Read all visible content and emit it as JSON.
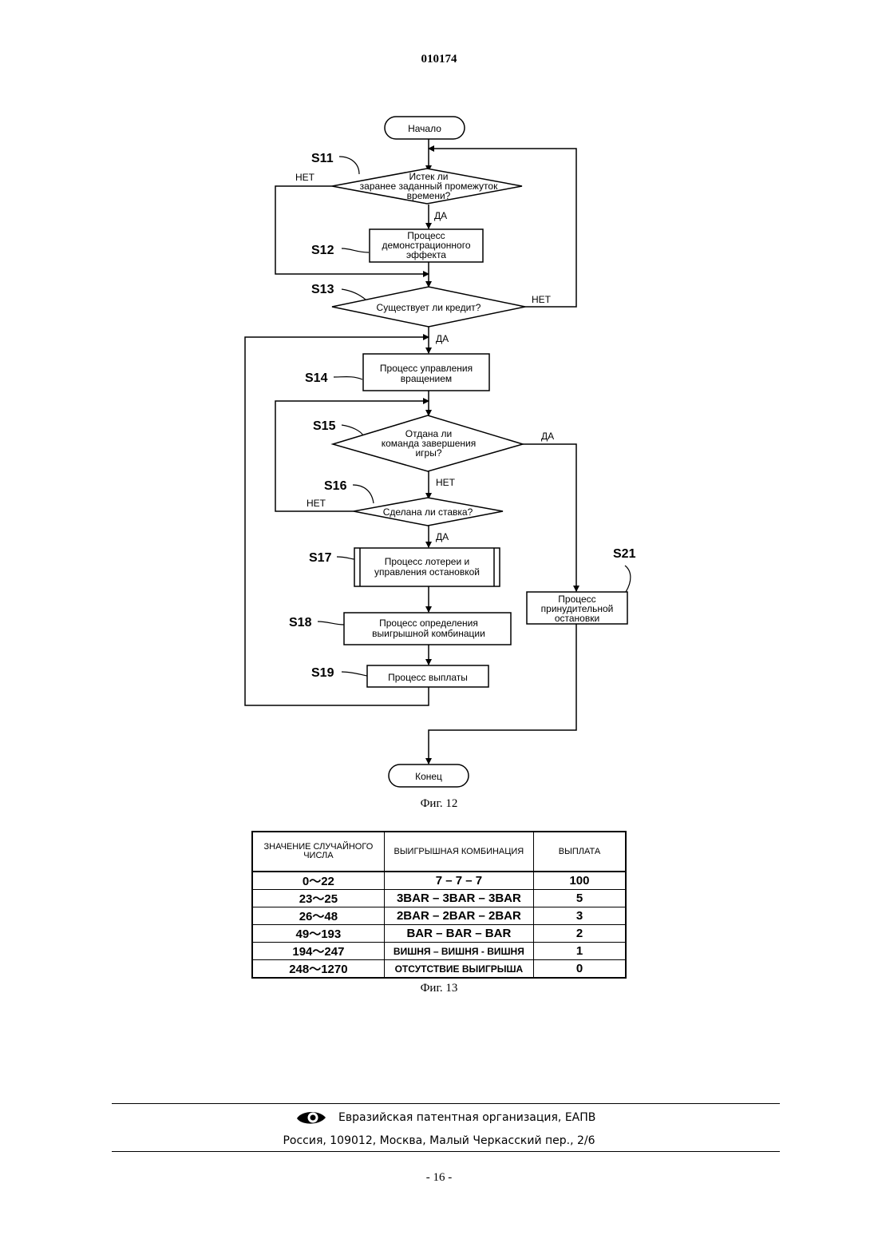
{
  "header": {
    "doc_number": "010174"
  },
  "flowchart": {
    "start": "Начало",
    "end": "Конец",
    "steps": {
      "s11": {
        "label": "S11",
        "lines": [
          "Истек ли",
          "заранее заданный промежуток",
          "времени?"
        ],
        "yes": "ДА",
        "no": "НЕТ"
      },
      "s12": {
        "label": "S12",
        "lines": [
          "Процесс",
          "демонстрационного",
          "эффекта"
        ]
      },
      "s13": {
        "label": "S13",
        "lines": [
          "Существует ли кредит?"
        ],
        "yes": "ДА",
        "no": "НЕТ"
      },
      "s14": {
        "label": "S14",
        "lines": [
          "Процесс управления",
          "вращением"
        ]
      },
      "s15": {
        "label": "S15",
        "lines": [
          "Отдана ли",
          "команда завершения",
          "игры?"
        ],
        "yes": "ДА",
        "no": "НЕТ"
      },
      "s16": {
        "label": "S16",
        "lines": [
          "Сделана ли ставка?"
        ],
        "yes": "ДА",
        "no": "НЕТ"
      },
      "s17": {
        "label": "S17",
        "lines": [
          "Процесс лотереи и",
          "управления остановкой"
        ]
      },
      "s18": {
        "label": "S18",
        "lines": [
          "Процесс определения",
          "выигрышной комбинации"
        ]
      },
      "s19": {
        "label": "S19",
        "lines": [
          "Процесс выплаты"
        ]
      },
      "s21": {
        "label": "S21",
        "lines": [
          "Процесс",
          "принудительной",
          "остановки"
        ]
      }
    }
  },
  "fig12_caption": "Фиг. 12",
  "table": {
    "headers": [
      "ЗНАЧЕНИЕ СЛУЧАЙНОГО ЧИСЛА",
      "ВЫИГРЫШНАЯ КОМБИНАЦИЯ",
      "ВЫПЛАТА"
    ],
    "rows": [
      {
        "range": "0～22",
        "combo": "7 – 7 – 7",
        "payout": "100"
      },
      {
        "range": "23～25",
        "combo": "3BAR – 3BAR – 3BAR",
        "payout": "5"
      },
      {
        "range": "26～48",
        "combo": "2BAR – 2BAR – 2BAR",
        "payout": "3"
      },
      {
        "range": "49～193",
        "combo": "BAR – BAR – BAR",
        "payout": "2"
      },
      {
        "range": "194～247",
        "combo": "ВИШНЯ – ВИШНЯ - ВИШНЯ",
        "payout": "1"
      },
      {
        "range": "248～1270",
        "combo": "ОТСУТСТВИЕ ВЫИГРЫША",
        "payout": "0"
      }
    ]
  },
  "fig13_caption": "Фиг. 13",
  "footer": {
    "org": "Евразийская патентная организация, ЕАПВ",
    "address": "Россия, 109012, Москва, Малый Черкасский пер., 2/6",
    "page_number": "- 16 -"
  }
}
